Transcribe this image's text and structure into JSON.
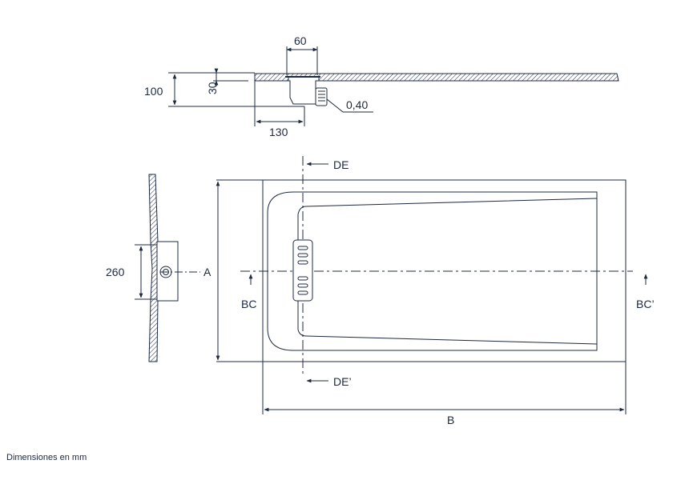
{
  "labels": {
    "dim_60": "60",
    "dim_100": "100",
    "dim_30": "30",
    "dim_040": "0,40",
    "dim_130": "130",
    "dim_260": "260",
    "dim_A": "A",
    "dim_B": "B",
    "section_DE": "DE",
    "section_DE_prime": "DE’",
    "section_BC": "BC",
    "section_BC_prime": "BC’"
  },
  "footer": {
    "units_note": "Dimensiones en mm"
  },
  "colors": {
    "line": "#1d2940",
    "hatch": "#1d2940",
    "background": "#ffffff"
  }
}
